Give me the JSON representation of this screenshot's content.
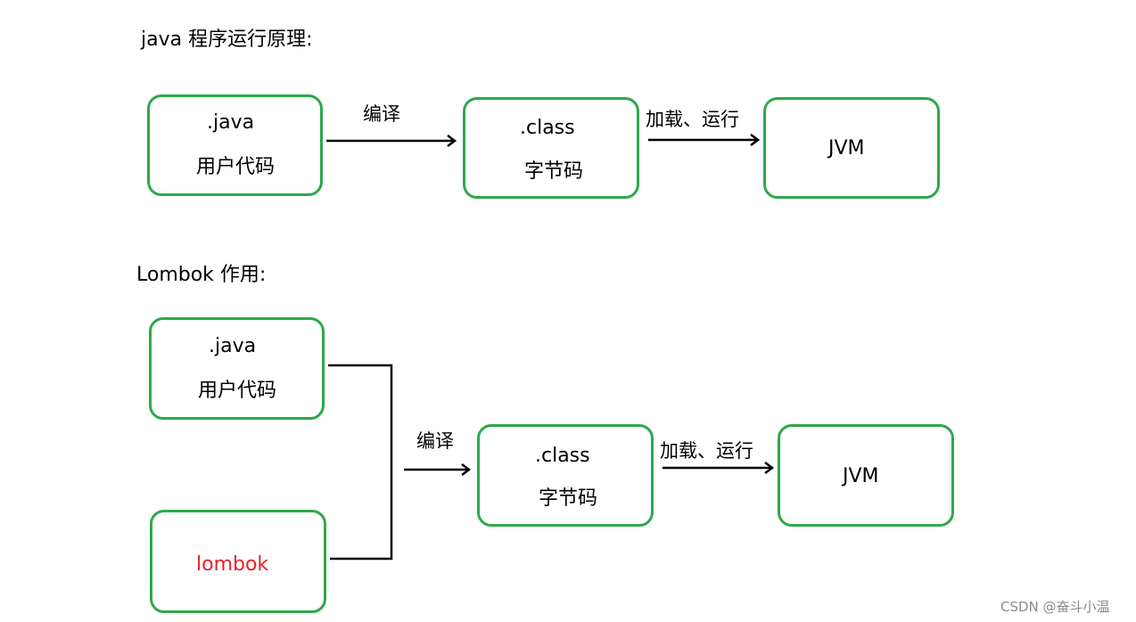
{
  "diagram1": {
    "heading": "java 程序运行原理:",
    "box_java": {
      "line1": ".java",
      "line2": "用户代码"
    },
    "edge_compile": "编译",
    "box_class": {
      "line1": ".class",
      "line2": "字节码"
    },
    "edge_load_run": "加载、运行",
    "box_jvm": {
      "line1": "JVM"
    }
  },
  "diagram2": {
    "heading": "Lombok 作用:",
    "box_java": {
      "line1": ".java",
      "line2": "用户代码"
    },
    "box_lombok": {
      "line1": "lombok"
    },
    "edge_compile": "编译",
    "box_class": {
      "line1": ".class",
      "line2": "字节码"
    },
    "edge_load_run": "加载、运行",
    "box_jvm": {
      "line1": "JVM"
    }
  },
  "colors": {
    "box_border": "#2ea84a",
    "lombok_text": "#e8202a",
    "arrow": "#000000"
  },
  "watermark": "CSDN @奋斗小温"
}
